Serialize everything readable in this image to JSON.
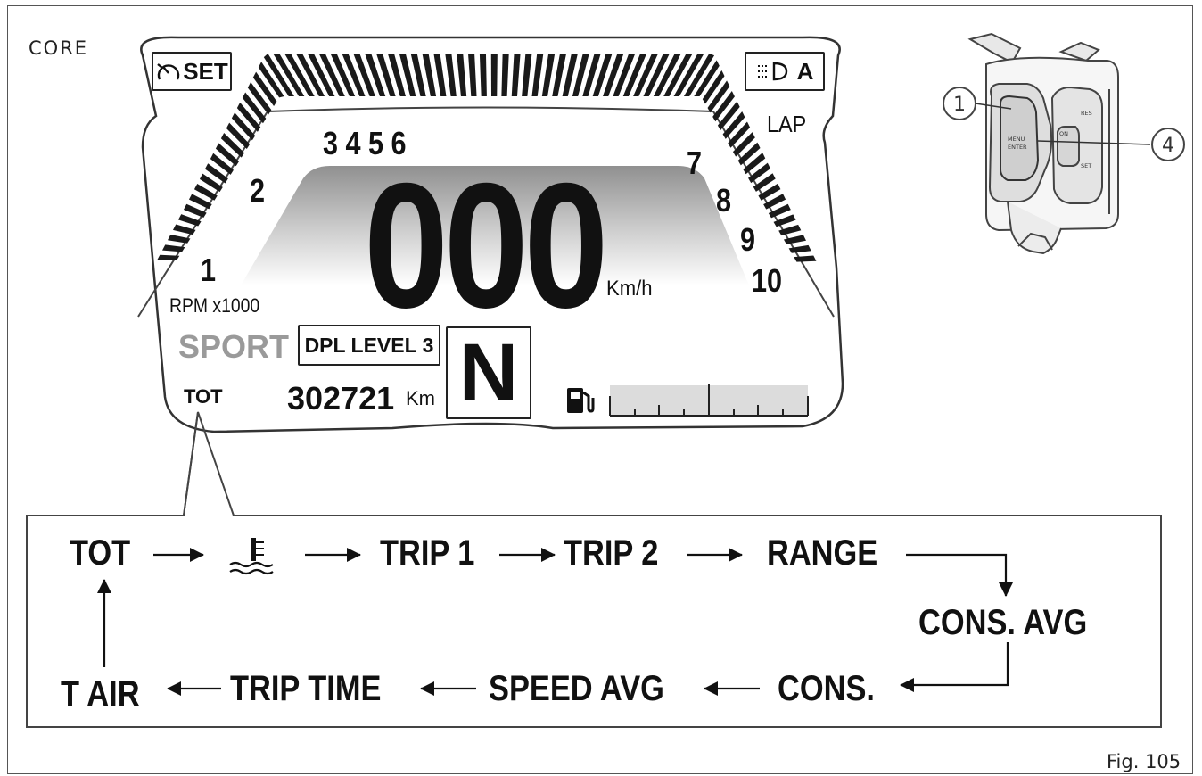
{
  "mode_label": "CORE",
  "figure_label": "Fig. 105",
  "dashboard": {
    "cruise_set_label": "SET",
    "light_mode_label": "A",
    "lap_label": "LAP",
    "rpm_ticks": [
      "1",
      "2",
      "3 4 5 6",
      "7",
      "8",
      "9",
      "10"
    ],
    "rpm_unit": "RPM x1000",
    "speed": "000",
    "speed_unit": "Km/h",
    "riding_mode": "SPORT",
    "dpl_label": "DPL LEVEL 3",
    "gear": "N",
    "odometer_mode": "TOT",
    "odometer_value": "302721",
    "odometer_unit": "Km",
    "accent_gray": "#9a9a9a"
  },
  "switch_callouts": [
    "1",
    "4"
  ],
  "switch_labels": {
    "menu": "MENU",
    "enter": "ENTER",
    "res": "RES",
    "on": "ON",
    "set": "SET"
  },
  "flow_sequence": {
    "row1": [
      "TOT",
      "coolant-temp-icon",
      "TRIP 1",
      "TRIP 2",
      "RANGE"
    ],
    "row2": [
      "CONS. AVG"
    ],
    "row3": [
      "T AIR",
      "TRIP TIME",
      "SPEED AVG",
      "CONS."
    ]
  }
}
